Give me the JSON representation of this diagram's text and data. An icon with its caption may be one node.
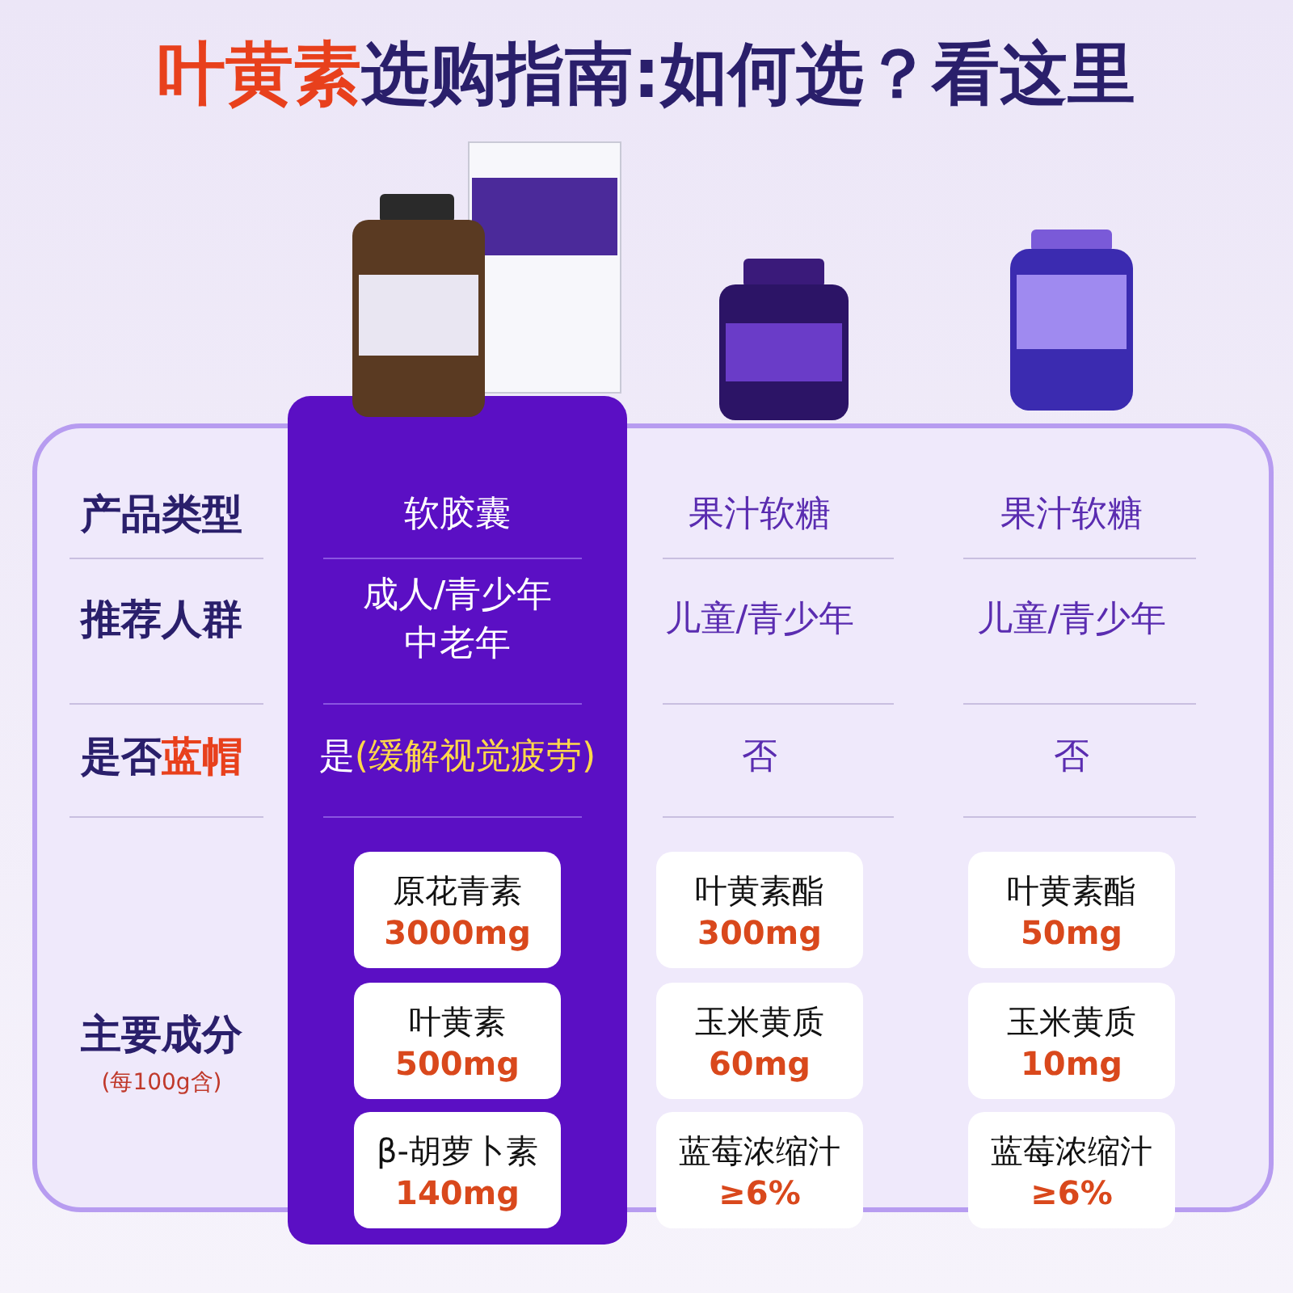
{
  "diagram": {
    "title": "**叶黄素**选购指南:如何选？看这里",
    "labels": [
      "产品类型",
      "软胶囊",
      "果汁软糖",
      "果汁软糖",
      "推荐人群",
      "成人/青少年中老年",
      "儿童/青少年",
      "儿童/青少年",
      "是否**蓝帽**",
      "是**(缓解视觉疲劳)**",
      "否",
      "否",
      "主要成分",
      "(每100g含)",
      "原花青素",
      "3000mg",
      "叶黄素酯",
      "300mg",
      "叶黄素酯",
      "50mg",
      "叶黄素",
      "500mg",
      "玉米黄质",
      "60mg",
      "玉米黄质",
      "10mg",
      "β-胡萝卜素",
      "140mg",
      "蓝莓浓缩汁",
      "≥6%",
      "蓝莓浓缩汁",
      "≥6%"
    ]
  }
}
